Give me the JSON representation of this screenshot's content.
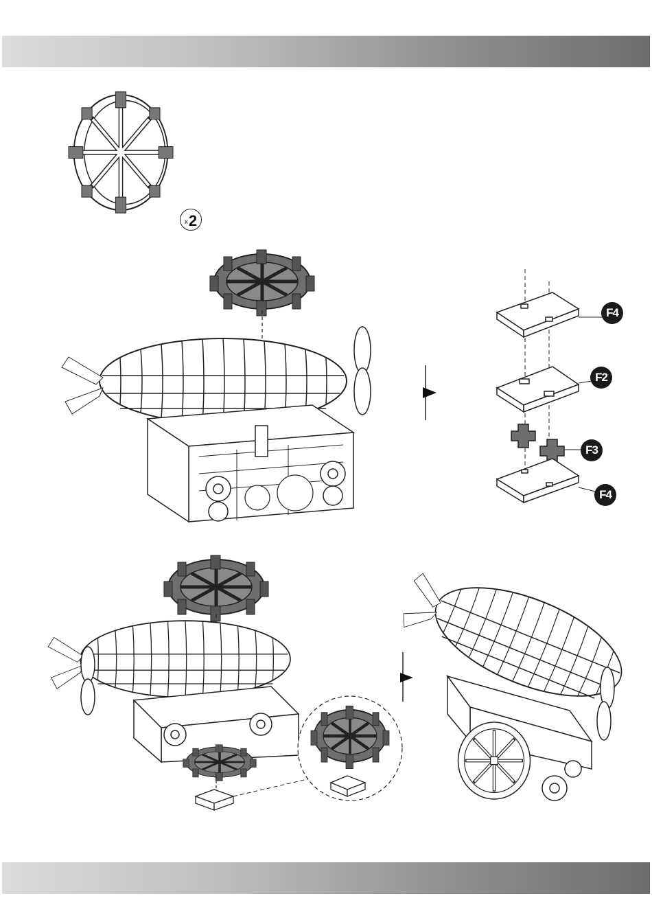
{
  "quantity": {
    "prefix": "x",
    "count": "2"
  },
  "part_labels": [
    {
      "id": "F4",
      "label": "F4"
    },
    {
      "id": "F2",
      "label": "F2"
    },
    {
      "id": "F3",
      "label": "F3"
    },
    {
      "id": "F4b",
      "label": "F4"
    }
  ],
  "colors": {
    "band_light": "#dcdcdc",
    "band_dark": "#6e6e6e",
    "line": "#222222",
    "part_fill": "#6f6f6f"
  },
  "icons": [
    "wheel-illustration",
    "airship-illustration",
    "arrow-right-icon",
    "assembly-diagram",
    "zoom-detail-circle"
  ]
}
